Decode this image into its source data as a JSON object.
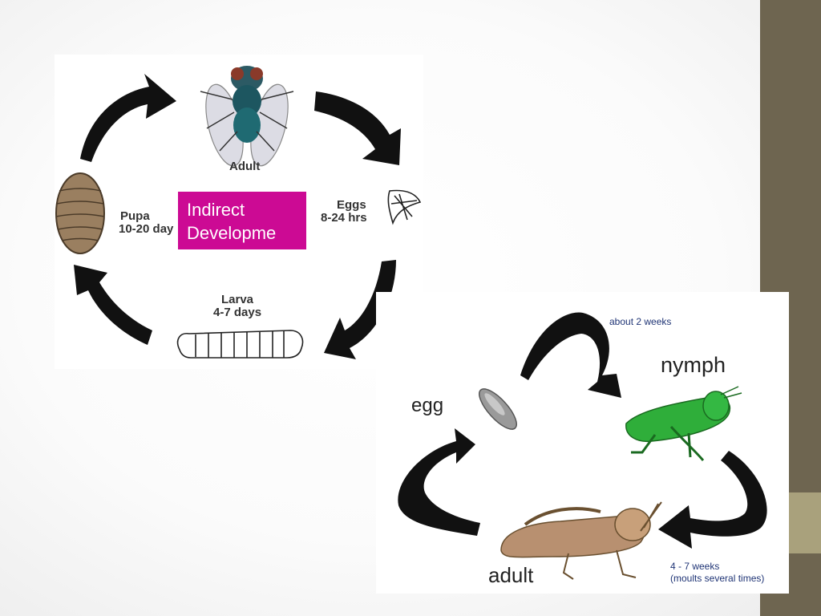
{
  "fly_cycle": {
    "stages": {
      "adult": "Adult",
      "eggs_line1": "Eggs",
      "eggs_line2": "8-24 hrs",
      "larva_line1": "Larva",
      "larva_line2": "4-7 days",
      "pupa_line1": "Pupa",
      "pupa_line2": "10-20 day"
    }
  },
  "callout": {
    "line1": "Indirect",
    "line2": "Developme",
    "color": "#cc0a94"
  },
  "grasshopper_cycle": {
    "egg": "egg",
    "nymph": "nymph",
    "adult": "adult",
    "egg_to_nymph": "about 2 weeks",
    "nymph_to_adult_line1": "4 - 7 weeks",
    "nymph_to_adult_line2": "(moults several times)"
  },
  "colors": {
    "sidebar": "#6e6550",
    "sidebar_accent": "#a9a17c",
    "arrow": "#111111",
    "annotation_blue": "#1f3475"
  }
}
